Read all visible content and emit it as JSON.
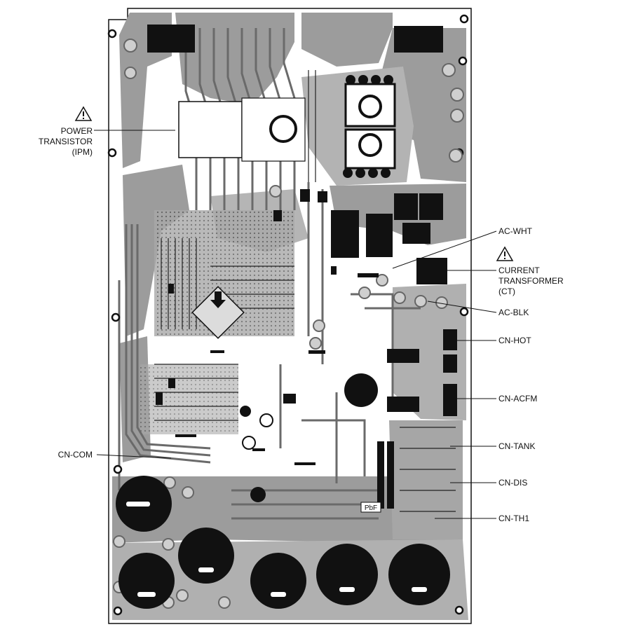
{
  "labels": {
    "power_transistor": [
      "POWER",
      "TRANSISTOR",
      "(IPM)"
    ],
    "ac_wht": "AC-WHT",
    "current_transformer": [
      "CURRENT",
      "TRANSFORMER",
      "(CT)"
    ],
    "ac_blk": "AC-BLK",
    "cn_hot": "CN-HOT",
    "cn_acfm": "CN-ACFM",
    "cn_com": "CN-COM",
    "cn_tank": "CN-TANK",
    "cn_dis": "CN-DIS",
    "cn_th1": "CN-TH1"
  },
  "board_markings": {
    "pbf": "PbF"
  },
  "icons": {
    "warning": "warning-triangle-icon"
  },
  "colors": {
    "board": "#ffffff",
    "copper_fill": "#9a9a9a",
    "copper_light": "#bdbdbd",
    "trace": "#6e6e6e",
    "component": "#111111",
    "label": "#111111"
  }
}
